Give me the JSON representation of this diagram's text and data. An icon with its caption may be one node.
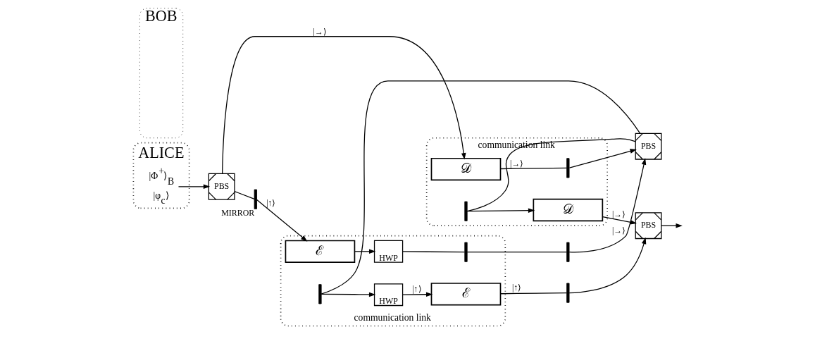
{
  "diagram": {
    "nodes": [
      {
        "text": [
          "ALICE"
        ]
      },
      {
        "text": [
          "|Φ$^{+}$⟩$_{B}$",
          "|φ$_{c}$⟩"
        ],
        "in": 0
      },
      {
        "text": [
          "PBS"
        ]
      },
      {
        "text": [
          "MIRROR"
        ]
      },
      {
        "text": [
          "communication link"
        ]
      },
      {
        "text": [
          "𝒟"
        ],
        "in": 4
      },
      {
        "text": [],
        "shape": "line",
        "in": 4
      },
      {
        "text": [],
        "shape": "line",
        "in": 4
      },
      {
        "text": [
          "𝒟"
        ],
        "in": 4
      },
      {
        "text": [
          "PBS"
        ]
      },
      {
        "text": [],
        "shape": "line"
      },
      {
        "text": [
          "communication link"
        ]
      },
      {
        "text": [
          "ℰ"
        ],
        "in": 11
      },
      {
        "text": [
          "HWP"
        ],
        "in": 11
      },
      {
        "text": [],
        "shape": "line",
        "in": 11
      },
      {
        "text": [],
        "shape": "line",
        "in": 11
      },
      {
        "text": [
          "HWP"
        ],
        "in": 11
      },
      {
        "text": [
          "ℰ"
        ],
        "in": 11
      },
      {
        "text": [],
        "shape": "line"
      },
      {
        "text": [
          "PBS"
        ]
      },
      {
        "text": [
          "BOB"
        ]
      }
    ],
    "edges": [
      {
        "from": 1,
        "to": 2,
        "arrow": "to"
      },
      {
        "from": 2,
        "to": 5,
        "arrow": "to",
        "label": "|→⟩"
      },
      {
        "from": 2,
        "to": 3,
        "arrow": "none"
      },
      {
        "from": 3,
        "to": 12,
        "arrow": "to",
        "label": "|↑⟩"
      },
      {
        "from": 5,
        "to": 6,
        "arrow": "none",
        "label": "|→⟩"
      },
      {
        "from": 6,
        "to": 9,
        "arrow": "to"
      },
      {
        "from": 9,
        "to": 7,
        "arrow": "none"
      },
      {
        "from": 7,
        "to": 8,
        "arrow": "to"
      },
      {
        "from": 8,
        "to": 19,
        "arrow": "to",
        "label": "|→⟩"
      },
      {
        "from": 12,
        "to": 13,
        "arrow": "to"
      },
      {
        "from": 13,
        "to": 14,
        "arrow": "none"
      },
      {
        "from": 14,
        "to": 10,
        "arrow": "none"
      },
      {
        "from": 10,
        "to": 9,
        "arrow": "to",
        "label": "|→⟩"
      },
      {
        "from": 9,
        "to": 15,
        "arrow": "none"
      },
      {
        "from": 15,
        "to": 16,
        "arrow": "to"
      },
      {
        "from": 16,
        "to": 17,
        "arrow": "to",
        "label": "|↑⟩"
      },
      {
        "from": 17,
        "to": 18,
        "arrow": "none",
        "label": "|↑⟩"
      },
      {
        "from": 18,
        "to": 19,
        "arrow": "to"
      },
      {
        "from": 19,
        "to": null,
        "arrow": "to"
      }
    ]
  }
}
